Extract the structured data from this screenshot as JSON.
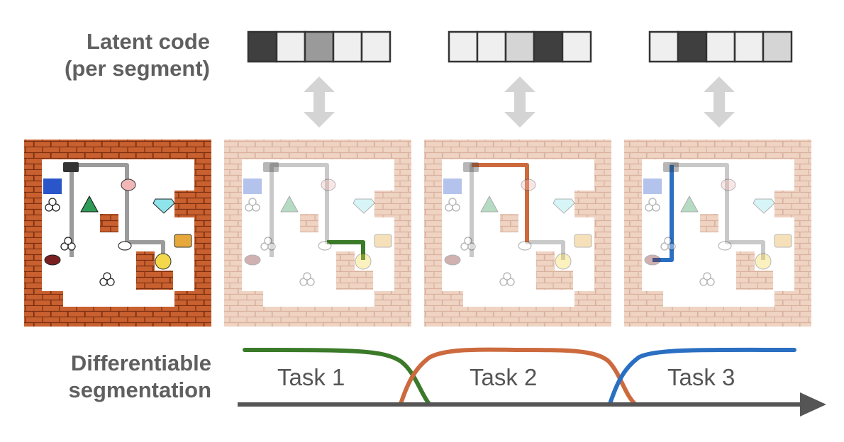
{
  "labels": {
    "latent_code": "Latent code",
    "latent_code_sub": "(per segment)",
    "segmentation": "Differentiable",
    "segmentation_sub": "segmentation"
  },
  "tasks": [
    {
      "label": "Task 1",
      "color": "#3a7a28"
    },
    {
      "label": "Task 2",
      "color": "#cc6a3e"
    },
    {
      "label": "Task 3",
      "color": "#2a6fc2"
    }
  ],
  "latent_codes": [
    [
      "#3f3f3f",
      "#efefef",
      "#9a9a9a",
      "#efefef",
      "#efefef"
    ],
    [
      "#efefef",
      "#efefef",
      "#d5d5d5",
      "#3f3f3f",
      "#efefef"
    ],
    [
      "#efefef",
      "#3f3f3f",
      "#efefef",
      "#efefef",
      "#d5d5d5"
    ]
  ],
  "colors": {
    "brick": "#c8602f",
    "brick_faded": "#efd3c3",
    "path": "#9b9b9b",
    "arrow": "#d4d4d4",
    "axis": "#555555"
  }
}
